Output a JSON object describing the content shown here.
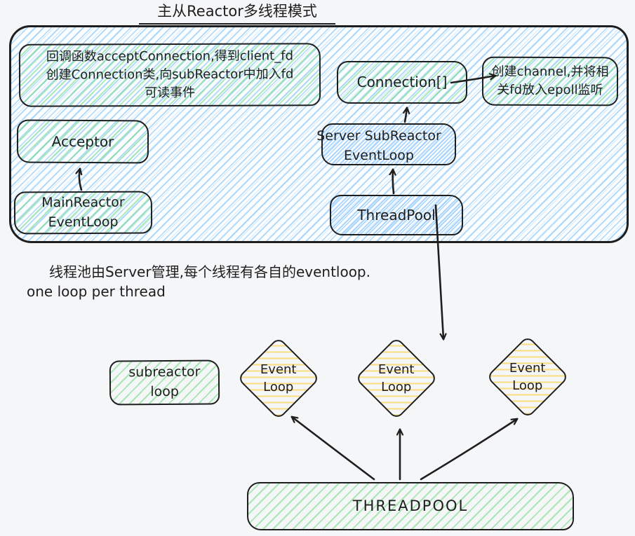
{
  "title": "主从Reactor多线程模式",
  "reactor_box": {
    "callback_note": "回调函数acceptConnection,得到client_fd\n创建Connection类,向subReactor中加入fd\n可读事件",
    "acceptor": "Acceptor",
    "main_reactor_eventloop": "MainReactor\nEventLoop",
    "connection_array": "Connection[]",
    "channel_note": "创建channel,并将相\n关fd放入epoll监听",
    "server_subreactor_eventloop": "Server SubReactor\nEventLoop",
    "threadpool": "ThreadPool"
  },
  "notes": {
    "threadpool_note_cn": "线程池由Server管理,每个线程有各自的eventloop.",
    "threadpool_note_en": "one loop per thread"
  },
  "bottom_section": {
    "subreactor_loop": "subreactor\nloop",
    "event_loops": [
      "Event\nLoop",
      "Event\nLoop",
      "Event\nLoop"
    ],
    "threadpool": "THREADPOOL"
  },
  "colors": {
    "stroke": "#1e1e1e",
    "blue_hatch": "#a5d8ff",
    "green_hatch": "#b2f2bb",
    "yellow_hatch": "#ffe599",
    "page_background": "#f5f6f8"
  }
}
